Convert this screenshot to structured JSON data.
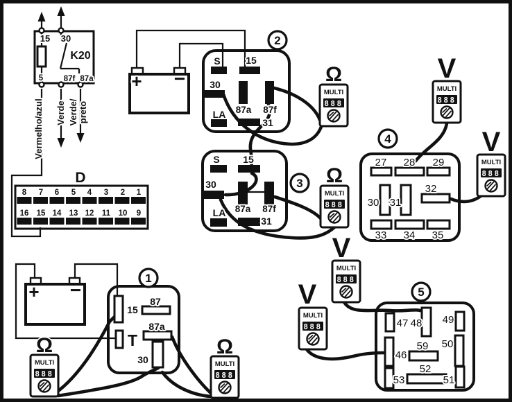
{
  "k20": {
    "title": "K20",
    "pin_top_left": "15",
    "pin_top_right": "30",
    "pin_bottom_left": "5",
    "pin_bottom_mid": "87f",
    "pin_bottom_right": "87a",
    "wire_red": "Vermelho/azul",
    "wire_green": "Verde",
    "wire_green_black_1": "Verde/",
    "wire_green_black_2": "preto"
  },
  "connector_d": {
    "title": "D",
    "row_top": [
      "8",
      "7",
      "6",
      "5",
      "4",
      "3",
      "2",
      "1"
    ],
    "row_bottom": [
      "16",
      "15",
      "14",
      "13",
      "12",
      "11",
      "10",
      "9"
    ]
  },
  "battery": {
    "plus": "+",
    "minus": "−"
  },
  "socket2": {
    "badge": "2",
    "s": "S",
    "p15": "15",
    "p30": "30",
    "p87a": "87a",
    "p87f": "87f",
    "la": "LA",
    "p31": "31"
  },
  "socket3": {
    "badge": "3",
    "s": "S",
    "p15": "15",
    "p30": "30",
    "p87a": "87a",
    "p87f": "87f",
    "la": "LA",
    "p31": "31"
  },
  "connector4": {
    "badge": "4",
    "p27": "27",
    "p28": "28",
    "p29": "29",
    "p30": "30",
    "p31": "31",
    "p32": "32",
    "p33": "33",
    "p34": "34",
    "p35": "35"
  },
  "connector5": {
    "badge": "5",
    "p46": "46",
    "p47": "47",
    "p48": "48",
    "p49": "49",
    "p50": "50",
    "p51": "51",
    "p52": "52",
    "p53": "53",
    "p59": "59"
  },
  "socket1": {
    "badge": "1",
    "p15": "15",
    "p87": "87",
    "p87a": "87a",
    "t": "T",
    "p30": "30"
  },
  "meters": {
    "m1": {
      "symbol": "Ω",
      "label": "MULTI",
      "display": "888"
    },
    "m2": {
      "symbol": "Ω",
      "label": "MULTI",
      "display": "888"
    },
    "m3": {
      "symbol": "V",
      "label": "MULTI",
      "display": "888"
    },
    "m4": {
      "symbol": "V",
      "label": "MULTI",
      "display": "888"
    },
    "m5": {
      "symbol": "V",
      "label": "MULTI",
      "display": "888"
    },
    "m6": {
      "symbol": "V",
      "label": "MULTI",
      "display": "888"
    },
    "m7": {
      "symbol": "Ω",
      "label": "MULTI",
      "display": "888"
    },
    "m8": {
      "symbol": "Ω",
      "label": "MULTI",
      "display": "888"
    }
  },
  "colors": {
    "ink": "#111111",
    "paper": "#ffffff"
  }
}
